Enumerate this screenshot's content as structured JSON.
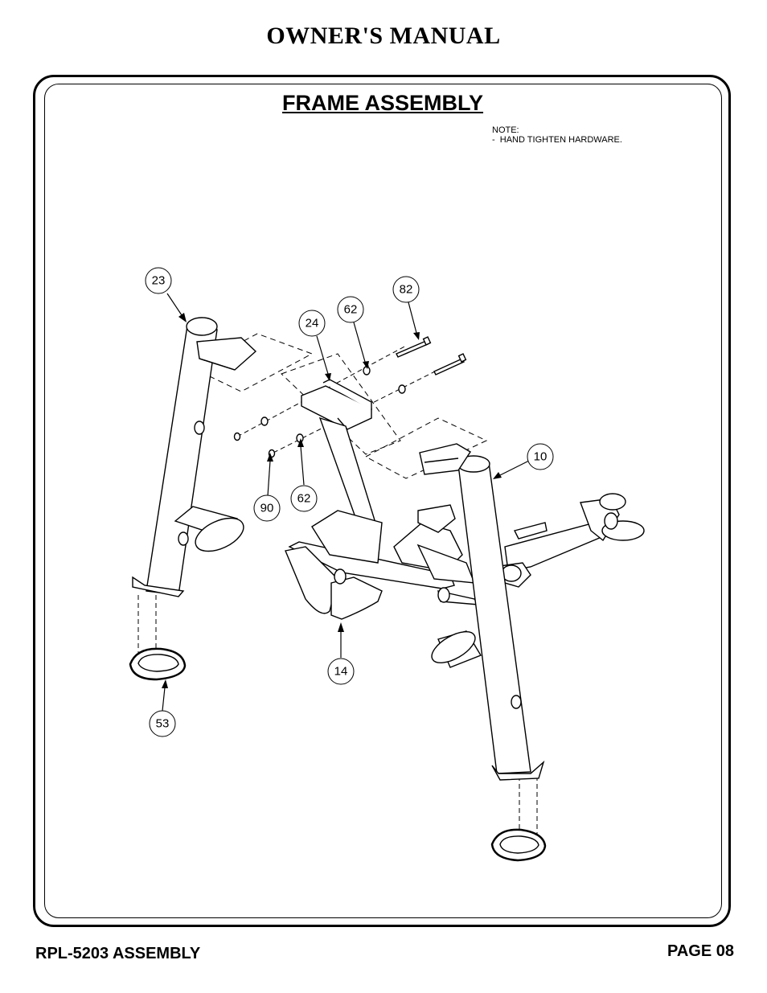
{
  "header": {
    "title": "OWNER'S MANUAL"
  },
  "section": {
    "title": "FRAME ASSEMBLY"
  },
  "note": {
    "label": "NOTE:",
    "items": [
      "-  HAND TIGHTEN HARDWARE."
    ]
  },
  "callouts": {
    "c23": "23",
    "c24": "24",
    "c62a": "62",
    "c82": "82",
    "c10": "10",
    "c90": "90",
    "c62b": "62",
    "c14": "14",
    "c53": "53"
  },
  "footer": {
    "left": "RPL-5203 ASSEMBLY",
    "right": "PAGE 08"
  }
}
